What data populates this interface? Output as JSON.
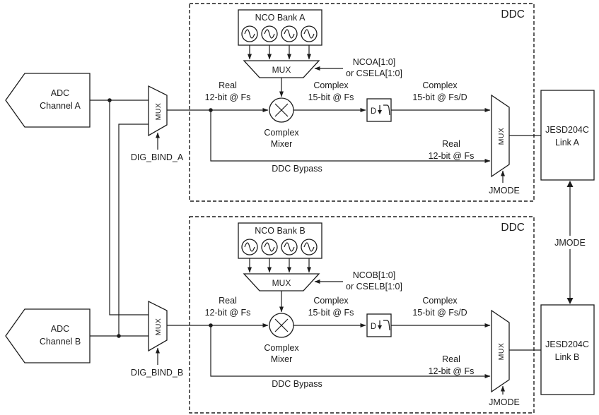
{
  "channels": {
    "a": {
      "adc": {
        "line1": "ADC",
        "line2": "Channel A"
      },
      "input_mux": "MUX",
      "dig_bind": "DIG_BIND_A",
      "ddc": {
        "title": "DDC",
        "nco_bank": "NCO Bank A",
        "nco_mux": "MUX",
        "nco_select_line1": "NCOA[1:0]",
        "nco_select_line2": "or CSELA[1:0]",
        "real_in_line1": "Real",
        "real_in_line2": "12-bit @ Fs",
        "mixer_line1": "Complex",
        "mixer_line2": "Mixer",
        "complex_fs_line1": "Complex",
        "complex_fs_line2": "15-bit @ Fs",
        "decimation": "D",
        "complex_fsd_line1": "Complex",
        "complex_fsd_line2": "15-bit @ Fs/D",
        "bypass": "DDC Bypass",
        "bypass_real_line1": "Real",
        "bypass_real_line2": "12-bit @ Fs",
        "out_mux": "MUX",
        "jmode": "JMODE"
      },
      "jesd": {
        "line1": "JESD204C",
        "line2": "Link A"
      }
    },
    "b": {
      "adc": {
        "line1": "ADC",
        "line2": "Channel B"
      },
      "input_mux": "MUX",
      "dig_bind": "DIG_BIND_B",
      "ddc": {
        "title": "DDC",
        "nco_bank": "NCO Bank B",
        "nco_mux": "MUX",
        "nco_select_line1": "NCOB[1:0]",
        "nco_select_line2": "or CSELB[1:0]",
        "real_in_line1": "Real",
        "real_in_line2": "12-bit @ Fs",
        "mixer_line1": "Complex",
        "mixer_line2": "Mixer",
        "complex_fs_line1": "Complex",
        "complex_fs_line2": "15-bit @ Fs",
        "decimation": "D",
        "complex_fsd_line1": "Complex",
        "complex_fsd_line2": "15-bit @ Fs/D",
        "bypass": "DDC Bypass",
        "bypass_real_line1": "Real",
        "bypass_real_line2": "12-bit @ Fs",
        "out_mux": "MUX",
        "jmode": "JMODE"
      },
      "jesd": {
        "line1": "JESD204C",
        "line2": "Link B"
      }
    }
  },
  "link_jmode": "JMODE"
}
